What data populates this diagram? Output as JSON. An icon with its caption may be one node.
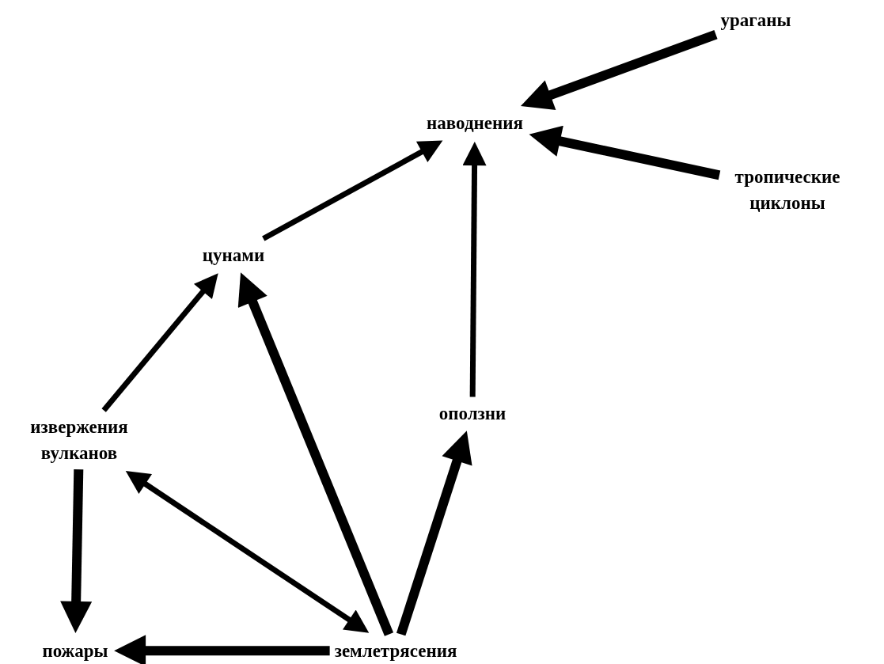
{
  "diagram": {
    "nodes": [
      {
        "text": [
          "ураганы"
        ]
      },
      {
        "text": [
          "наводнения"
        ]
      },
      {
        "text": [
          "тропические циклоны"
        ]
      },
      {
        "text": [
          "цунами"
        ]
      },
      {
        "text": [
          "извержения вулканов"
        ]
      },
      {
        "text": [
          "оползни"
        ]
      },
      {
        "text": [
          "пожары"
        ]
      },
      {
        "text": [
          "землетрясения"
        ]
      }
    ],
    "edges": [
      {
        "from": 0,
        "to": 1,
        "arrow": "to"
      },
      {
        "from": 2,
        "to": 1,
        "arrow": "to"
      },
      {
        "from": 3,
        "to": 1,
        "arrow": "to"
      },
      {
        "from": 5,
        "to": 1,
        "arrow": "to"
      },
      {
        "from": 4,
        "to": 3,
        "arrow": "to"
      },
      {
        "from": 7,
        "to": 3,
        "arrow": "to"
      },
      {
        "from": 7,
        "to": 4,
        "arrow": "both"
      },
      {
        "from": 7,
        "to": 5,
        "arrow": "to"
      },
      {
        "from": 4,
        "to": 6,
        "arrow": "to"
      },
      {
        "from": 7,
        "to": 6,
        "arrow": "to"
      }
    ]
  }
}
